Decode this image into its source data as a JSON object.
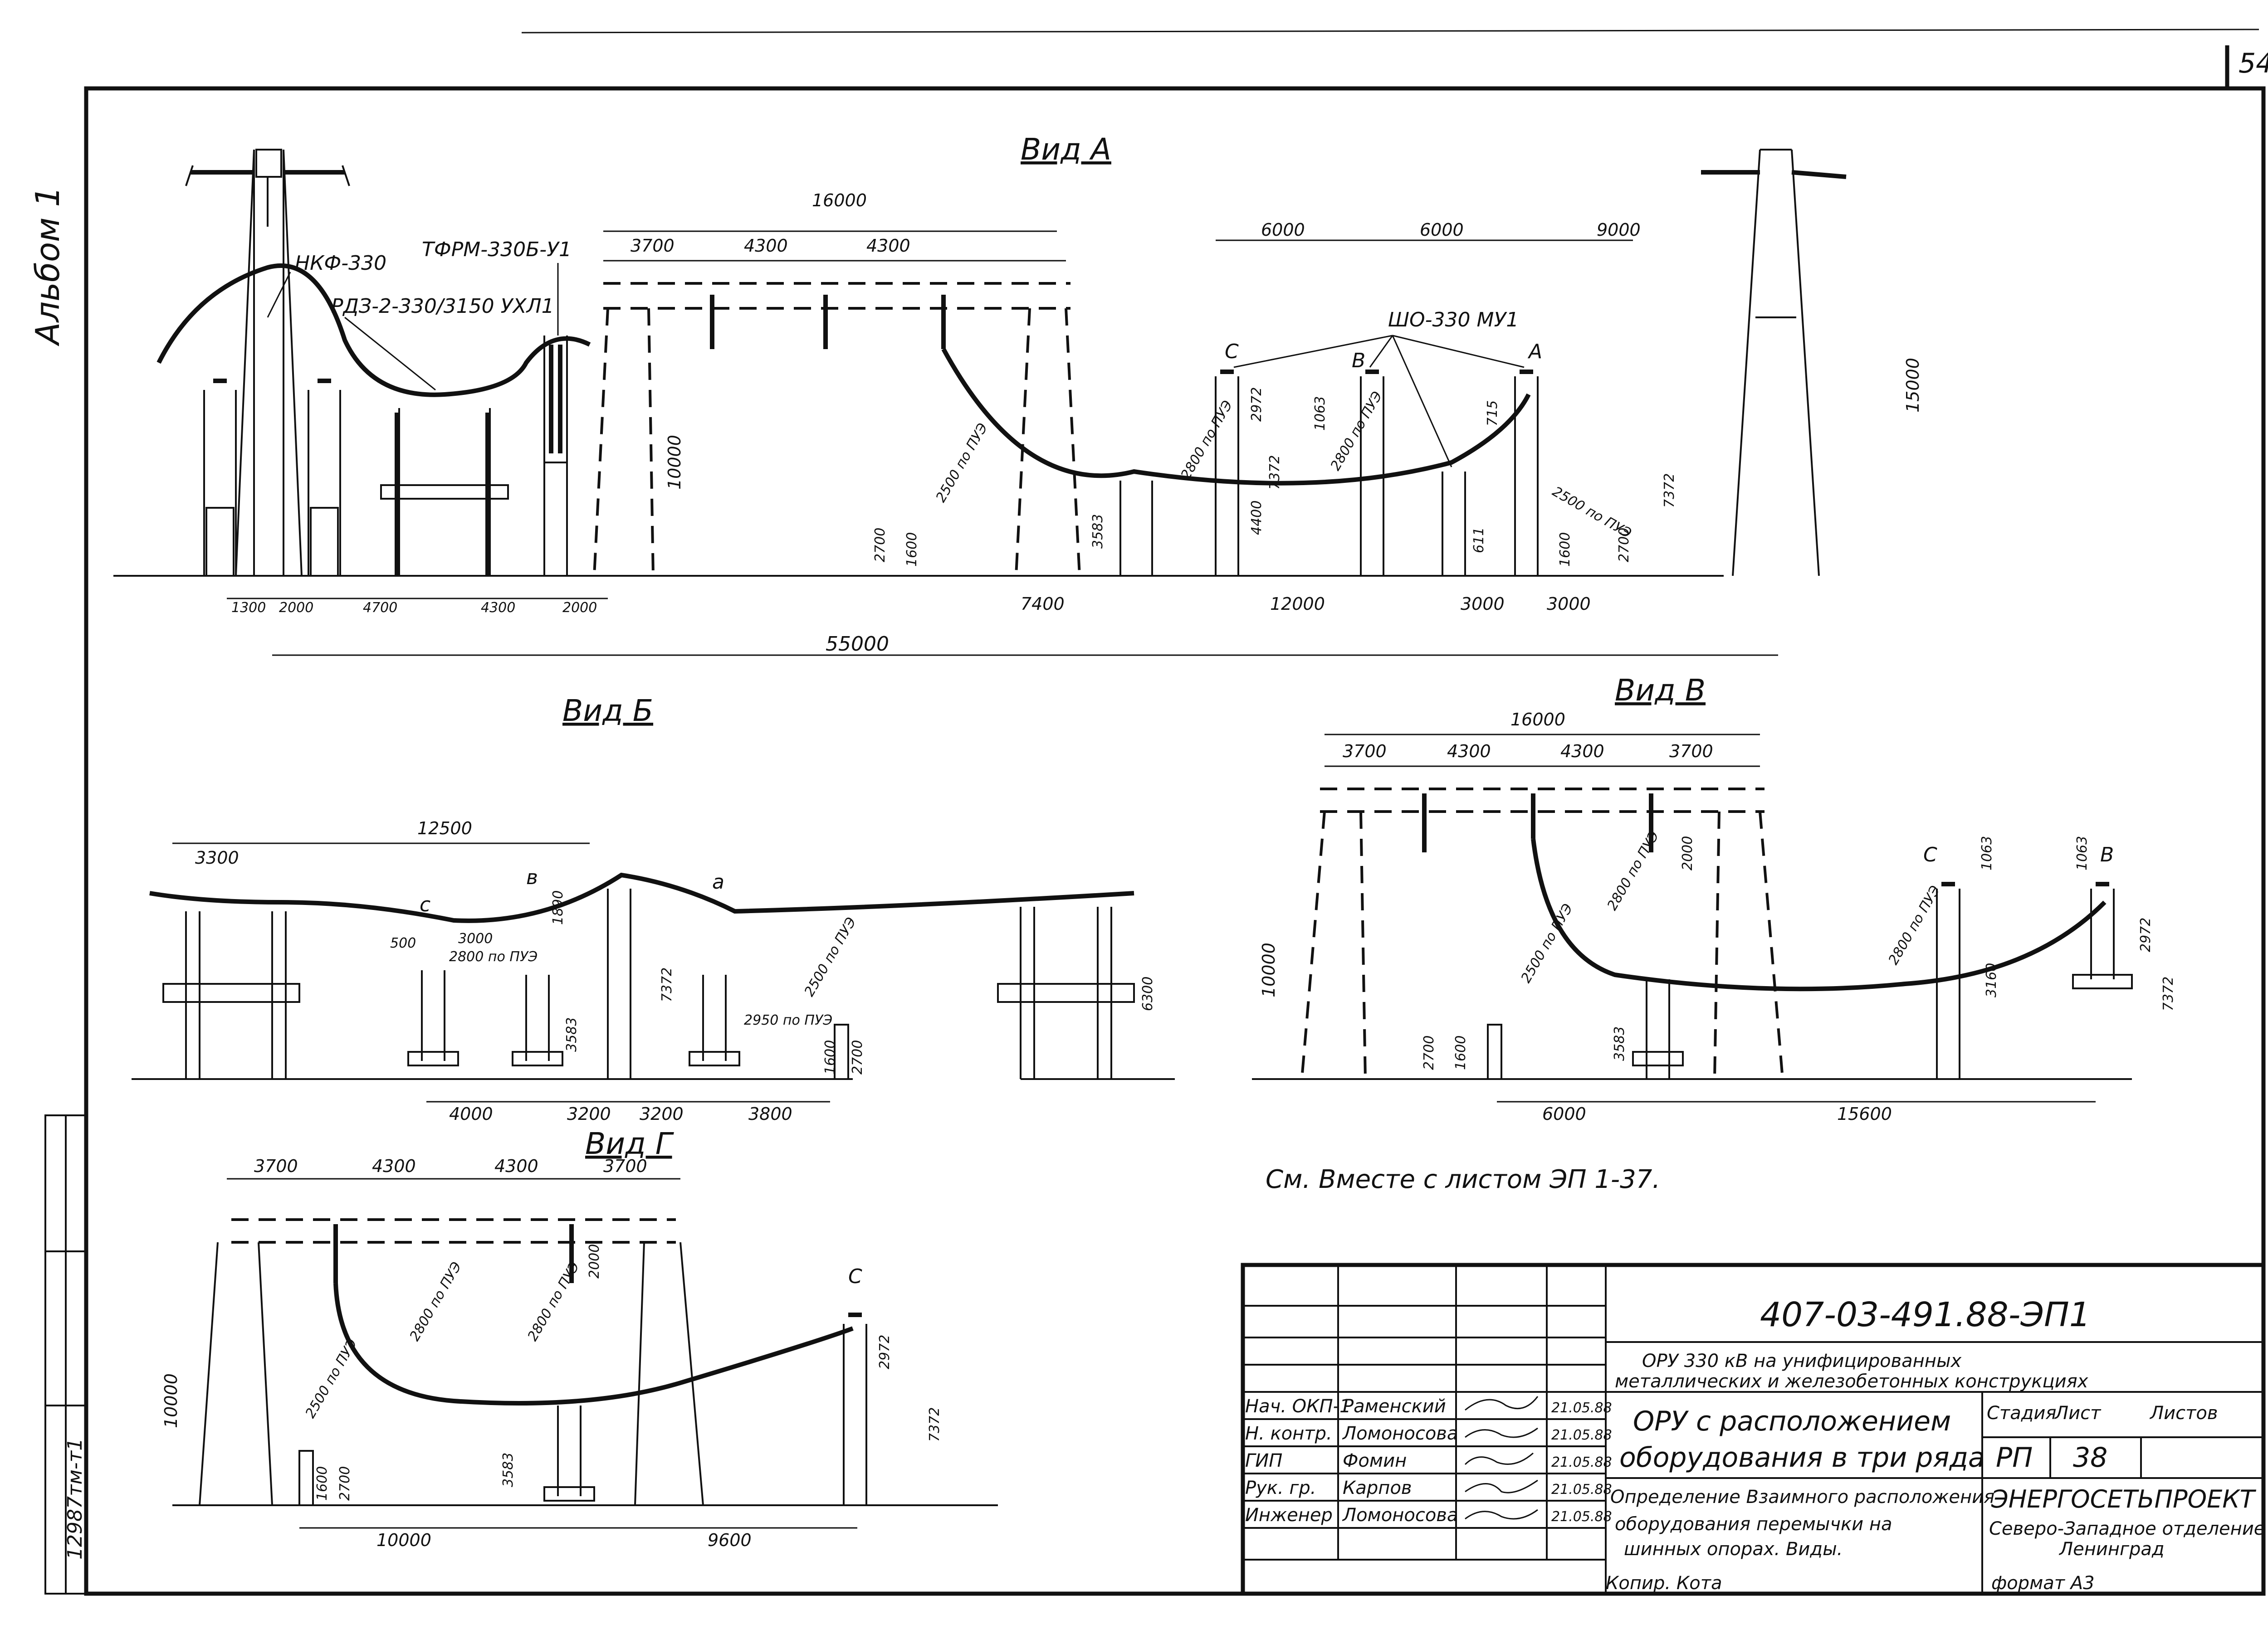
{
  "sheet": {
    "page_number": "54",
    "album_label": "Альбом 1",
    "inventory_number": "12987тм-т1",
    "note": "См. Вместе  с листом ЭП 1-37."
  },
  "view_a": {
    "title": "Вид А",
    "labels": {
      "nkf": "НКФ-330",
      "rdz": "РДЗ-2-330/3150 УХЛ1",
      "tfrm": "ТФРМ-330Б-У1",
      "sho": "ШО-330 МУ1",
      "phase_c": "С",
      "phase_b": "В",
      "phase_a": "А"
    },
    "top_dims": [
      "16000",
      "3700",
      "4300",
      "4300",
      "6000",
      "6000",
      "9000"
    ],
    "vertical_dims": [
      "10000",
      "15000",
      "7372",
      "2972",
      "4400",
      "3583",
      "2700",
      "1600",
      "1063",
      "715",
      "611",
      "2700",
      "1600",
      "7372"
    ],
    "clearance_dims": [
      "2500 по ПУЭ",
      "2800 по ПУЭ",
      "2800 по ПУЭ",
      "2500 по ПУЭ"
    ],
    "bottom_dims": [
      "1300",
      "2000",
      "4700",
      "4300",
      "2000",
      "7400",
      "12000",
      "3000",
      "3000"
    ],
    "overall_dim": "55000"
  },
  "view_b": {
    "title": "Вид Б",
    "top_dims": [
      "12500",
      "3300"
    ],
    "labels": {
      "c": "с",
      "b": "в",
      "a": "а"
    },
    "inner_dims": [
      "500",
      "3000",
      "1890",
      "2800 по ПУЭ",
      "7372",
      "3583",
      "6300",
      "2500 по ПУЭ",
      "2950 по ПУЭ",
      "1600",
      "2700"
    ],
    "bottom_dims": [
      "4000",
      "3200",
      "3200",
      "3800"
    ]
  },
  "view_v": {
    "title": "Вид В",
    "top_dims": [
      "16000",
      "3700",
      "4300",
      "4300",
      "3700"
    ],
    "labels": {
      "c": "С",
      "b": "В"
    },
    "inner_dims": [
      "10000",
      "2000",
      "2800 по ПУЭ",
      "2500 по ПУЭ",
      "2700",
      "1600",
      "3583",
      "1063",
      "1063",
      "2800 по ПУЭ",
      "3160",
      "2972",
      "7372"
    ],
    "bottom_dims": [
      "6000",
      "15600"
    ]
  },
  "view_g": {
    "title": "Вид Г",
    "top_dims": [
      "3700",
      "4300",
      "4300",
      "3700"
    ],
    "labels": {
      "c": "С"
    },
    "inner_dims": [
      "10000",
      "2000",
      "2800 по ПУЭ",
      "2800 по ПУЭ",
      "2500 по ПУЭ",
      "1600",
      "2700",
      "3583",
      "2972",
      "7372"
    ],
    "bottom_dims": [
      "10000",
      "9600"
    ]
  },
  "title_block": {
    "document_code": "407-03-491.88-ЭП1",
    "project_title_1": "ОРУ 330 кВ на унифицированных",
    "project_title_2": "металлических и железобетонных конструкциях",
    "drawing_title_1": "ОРУ с расположением",
    "drawing_title_2": "оборудования в три ряда",
    "sheet_title_1": "Определение Взаимного расположения",
    "sheet_title_2": "оборудования перемычки на",
    "sheet_title_3": "шинных опорах. Виды.",
    "stage_header": "Стадия",
    "sheet_header": "Лист",
    "sheets_header": "Листов",
    "stage": "РП",
    "sheet": "38",
    "company": "ЭНЕРГОСЕТЬПРОЕКТ",
    "department": "Северо-Западное отделение",
    "city": "Ленинград",
    "copied_by": "Копир. Кота",
    "format": "формат А3",
    "signatures": [
      {
        "role": "Нач. ОКП-1",
        "name": "Раменский",
        "date": "21.05.88"
      },
      {
        "role": "Н. контр.",
        "name": "Ломоносова",
        "date": "21.05.88"
      },
      {
        "role": "ГИП",
        "name": "Фомин",
        "date": "21.05.88"
      },
      {
        "role": "Рук. гр.",
        "name": "Карпов",
        "date": "21.05.88"
      },
      {
        "role": "Инженер",
        "name": "Ломоносова",
        "date": "21.05.88"
      }
    ]
  }
}
